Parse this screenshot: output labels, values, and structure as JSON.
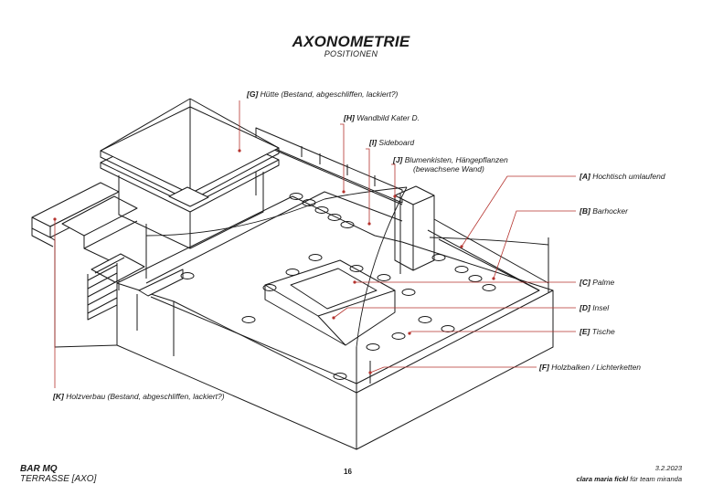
{
  "title": "AXONOMETRIE",
  "subtitle": "POSITIONEN",
  "labels": {
    "g": {
      "code": "[G]",
      "text": "Hütte (Bestand, abgeschliffen, lackiert?)"
    },
    "h": {
      "code": "[H]",
      "text": "Wandbild Kater D."
    },
    "i": {
      "code": "[I]",
      "text": "Sideboard"
    },
    "j": {
      "code": "[J]",
      "text": "Blumenkisten, Hängepflanzen",
      "text2": "(bewachsene Wand)"
    },
    "a": {
      "code": "[A]",
      "text": "Hochtisch umlaufend"
    },
    "b": {
      "code": "[B]",
      "text": "Barhocker"
    },
    "c": {
      "code": "[C]",
      "text": "Palme"
    },
    "d": {
      "code": "[D]",
      "text": "Insel"
    },
    "e": {
      "code": "[E]",
      "text": "Tische"
    },
    "f": {
      "code": "[F]",
      "text": "Holzbalken / Lichterketten"
    },
    "k": {
      "code": "[K]",
      "text": "Holzverbau (Bestand, abgeschliffen, lackiert?)"
    }
  },
  "footer": {
    "project": "BAR MQ",
    "sheet": "TERRASSE [AXO]",
    "page": "16",
    "date": "3.2.2023",
    "author": "clara maria fickl",
    "author_suffix": "für team miranda"
  },
  "colors": {
    "leader": "#b5332e",
    "line": "#1a1a1a"
  }
}
